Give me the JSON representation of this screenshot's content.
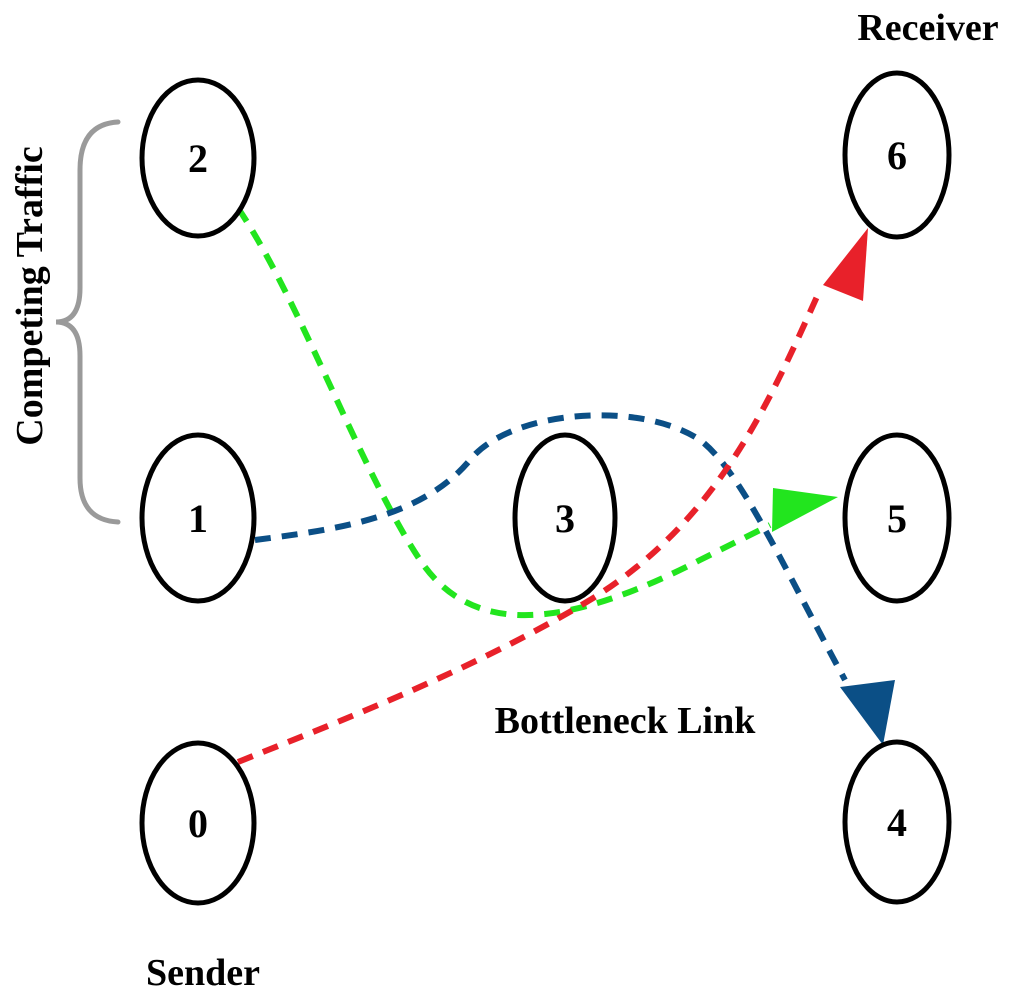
{
  "labels": {
    "receiver": "Receiver",
    "sender": "Sender",
    "competing_traffic": "Competing Traffic",
    "bottleneck_link": "Bottleneck Link"
  },
  "nodes": [
    {
      "id": "0",
      "label": "0"
    },
    {
      "id": "1",
      "label": "1"
    },
    {
      "id": "2",
      "label": "2"
    },
    {
      "id": "3",
      "label": "3"
    },
    {
      "id": "4",
      "label": "4"
    },
    {
      "id": "5",
      "label": "5"
    },
    {
      "id": "6",
      "label": "6"
    }
  ],
  "flows": [
    {
      "from": "0",
      "to": "6",
      "color": "#e8212a"
    },
    {
      "from": "1",
      "to": "4",
      "color": "#0b4f86"
    },
    {
      "from": "2",
      "to": "5",
      "color": "#22e51e"
    }
  ],
  "colors": {
    "node_stroke": "#000000",
    "brace": "#9a9a9a"
  }
}
